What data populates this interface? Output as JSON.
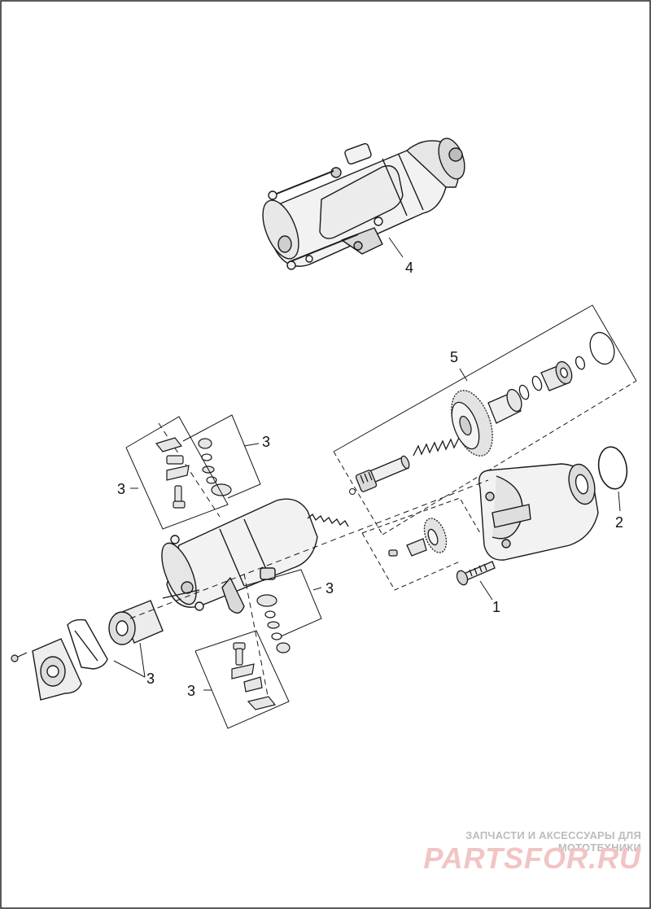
{
  "diagram": {
    "callouts": {
      "c1": "1",
      "c2": "2",
      "c3a": "3",
      "c3b": "3",
      "c3c": "3",
      "c3d": "3",
      "c3e": "3",
      "c4": "4",
      "c5": "5"
    }
  },
  "watermark": {
    "tagline": "ЗАПЧАСТИ И АКСЕССУАРЫ ДЛЯ МОТОТЕХНИКИ",
    "logo": "PARTSFOR.RU"
  },
  "colors": {
    "line": "#1a1a1a",
    "fill_light": "#f2f2f2",
    "fill_mid": "#d9d9d9",
    "watermark_logo": "#f2c4c4"
  }
}
